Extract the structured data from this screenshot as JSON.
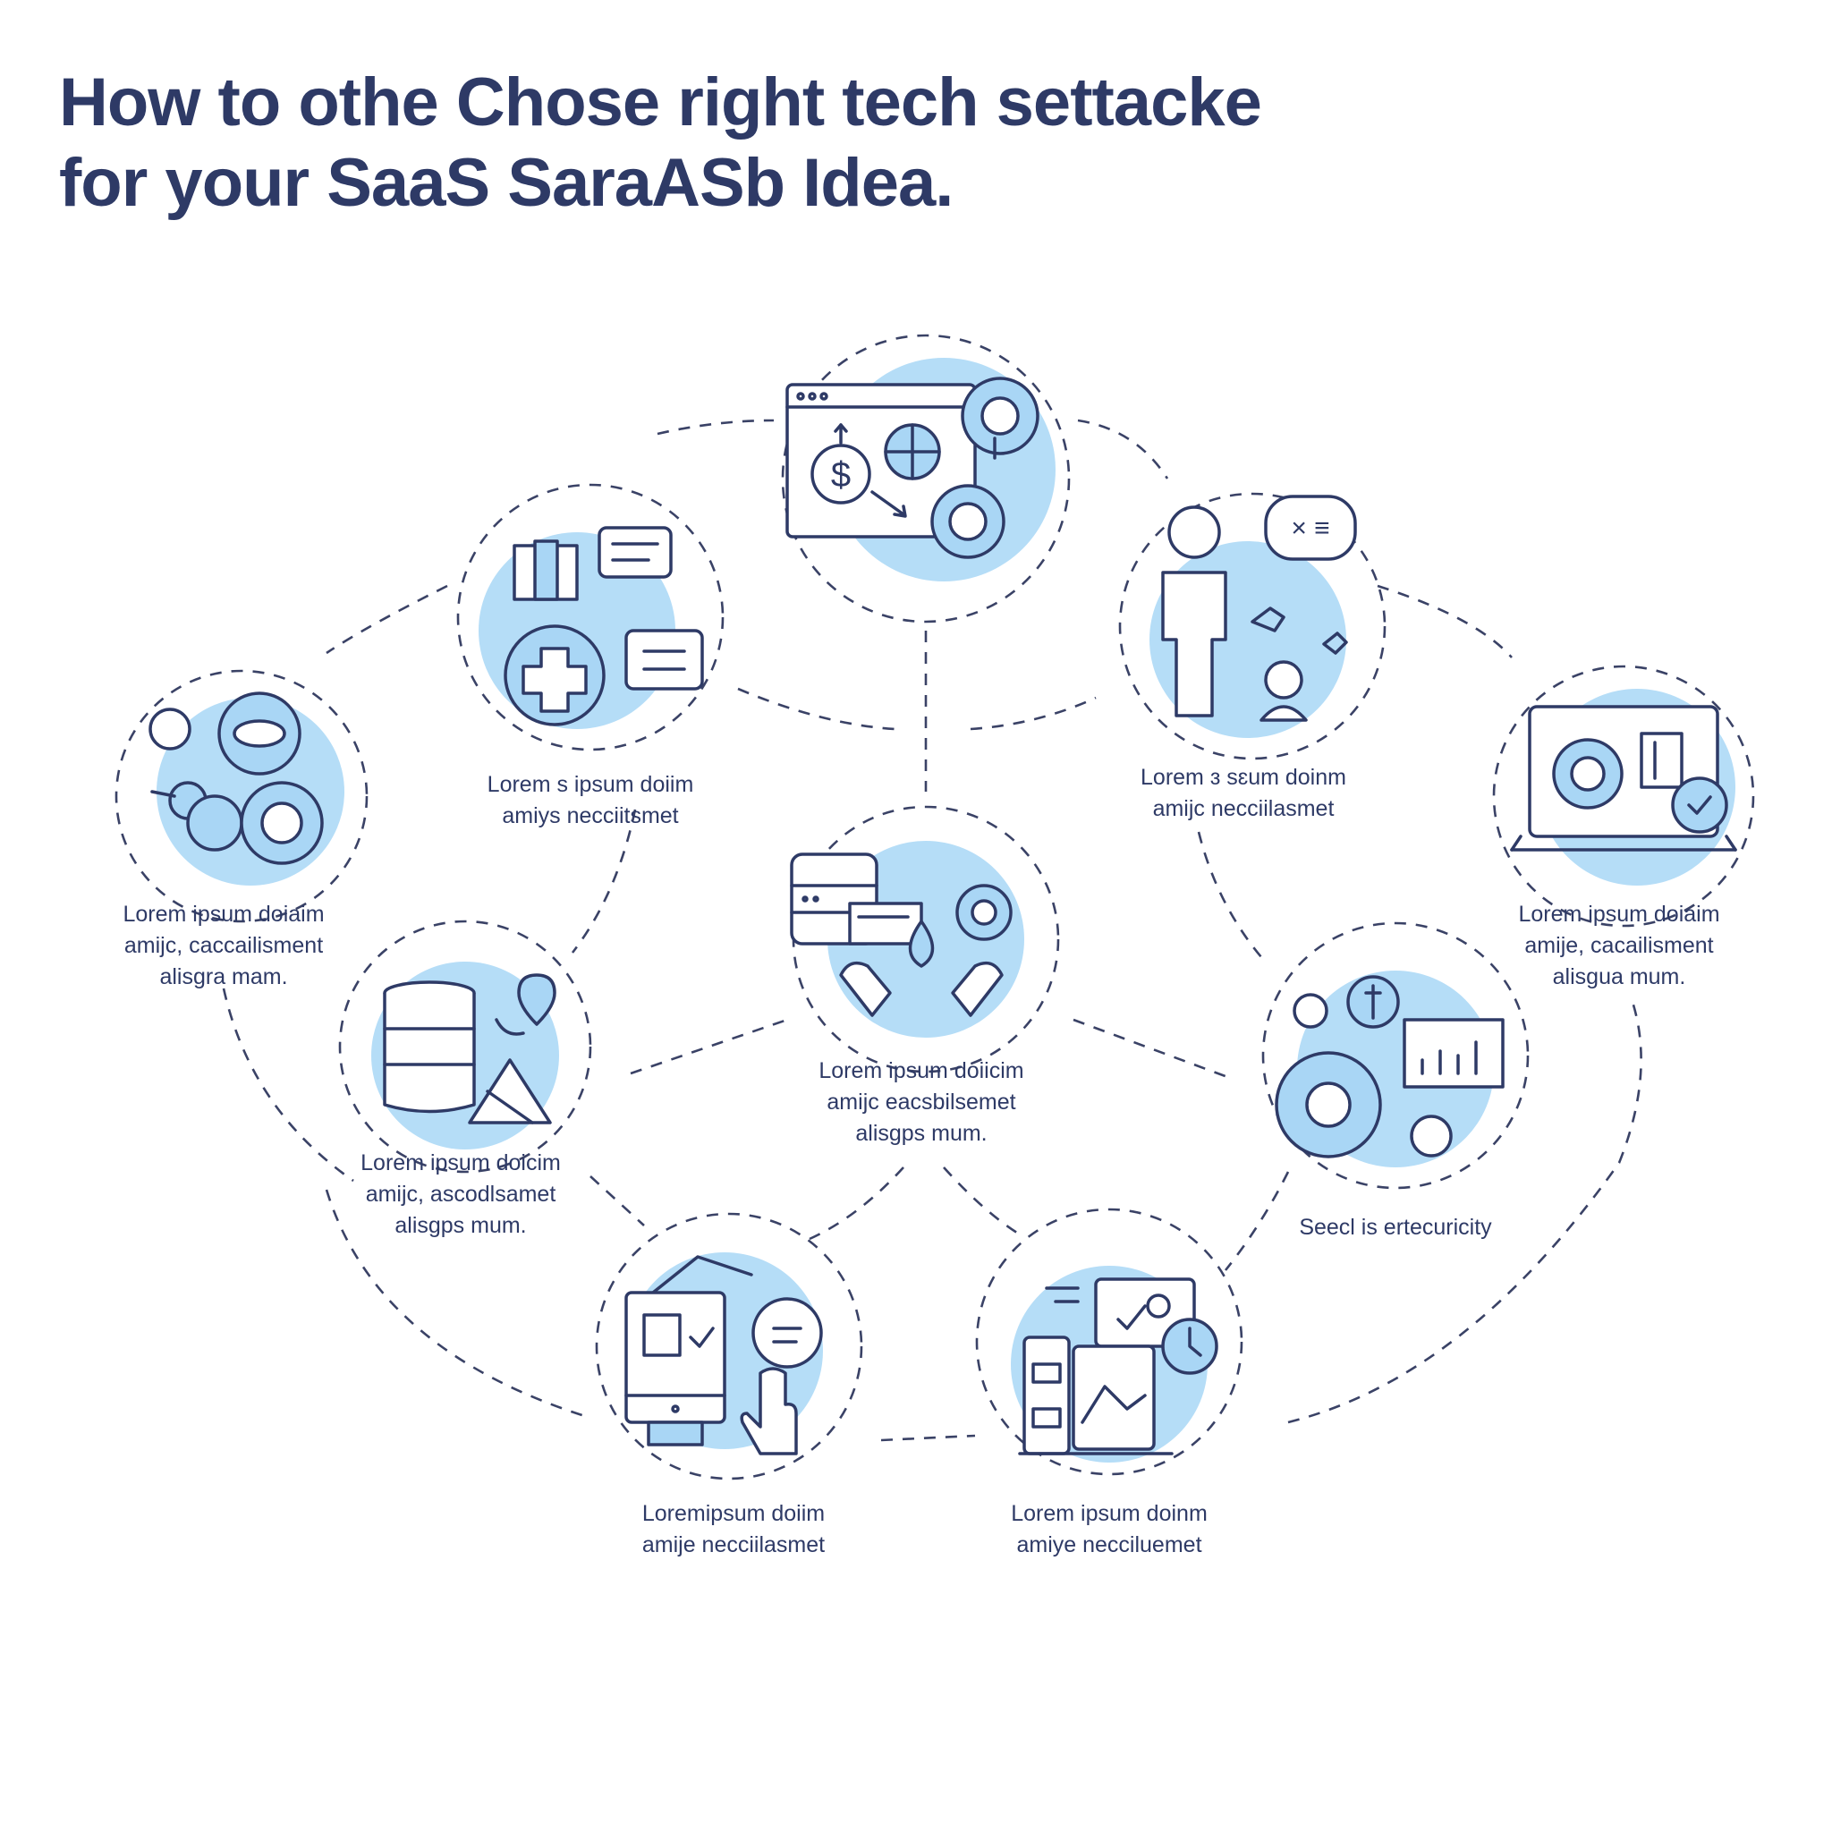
{
  "title": {
    "line1": "How to othe Chose right tech settacke",
    "line2": "for your SaaS SaraASb Idea."
  },
  "colors": {
    "title": "#2e3a66",
    "accent": "#b5ddf7",
    "line": "#2e3a66"
  },
  "nodes": [
    {
      "icon": "dashboard-gears-icon",
      "lines": []
    },
    {
      "icon": "chart-chat-plus-icon",
      "lines": [
        "Lorem s ipsum doiim",
        "amiys necciitsmet"
      ]
    },
    {
      "icon": "user-chat-icon",
      "lines": [
        "Lorem ɜ sɛum doinm",
        "amijc necciilasmet"
      ]
    },
    {
      "icon": "gears-chat-icon",
      "lines": [
        "Lorem ipsum doiaim",
        "amijc, caccailisment",
        "alisgra mam."
      ]
    },
    {
      "icon": "laptop-settings-icon",
      "lines": [
        "Lorem ipsum doiaim",
        "amije, cacailisment",
        "alisgua mum."
      ]
    },
    {
      "icon": "database-hands-icon",
      "lines": [
        "Lorem ipsum doiicim",
        "amijc eacsbilsemet",
        "alisgps mum."
      ]
    },
    {
      "icon": "database-location-icon",
      "lines": [
        "Lorem ipsum doicim",
        "amijc, ascodlsamet",
        "alisgps mum."
      ]
    },
    {
      "icon": "gear-analytics-icon",
      "lines": [
        "Seecl is ertecuricity"
      ]
    },
    {
      "icon": "tablet-touch-icon",
      "lines": [
        "Loremipsum doiim",
        "amije necciilasmet"
      ]
    },
    {
      "icon": "mobile-app-clock-icon",
      "lines": [
        "Lorem ipsum doinm",
        "amiye necciluemet"
      ]
    }
  ]
}
